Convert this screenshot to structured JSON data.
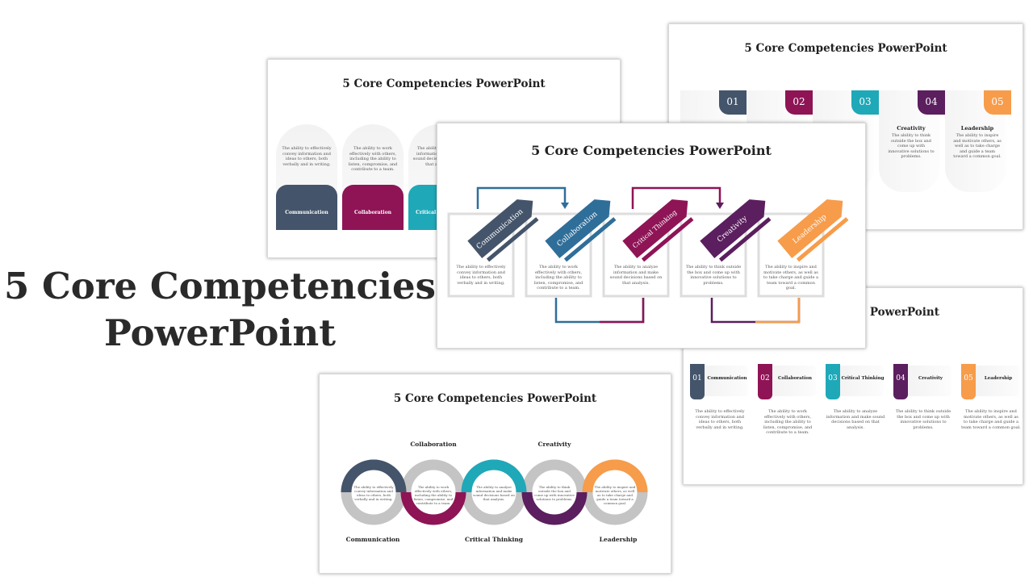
{
  "hero": {
    "line1": "5 Core Competencies",
    "line2": "PowerPoint"
  },
  "slide_title": "5 Core Competencies PowerPoint",
  "slide_title_partial": "es PowerPoint",
  "numbers": [
    "01",
    "02",
    "03",
    "04",
    "05"
  ],
  "competencies": [
    "Communication",
    "Collaboration",
    "Critical Thinking",
    "Creativity",
    "Leadership"
  ],
  "descriptions": [
    "The ability to effectively convey information and ideas to others, both verbally and in writing.",
    "The ability to work effectively with others, including the ability to listen, compromise, and contribute to a team.",
    "The ability to analyze information and make sound decisions based on that analysis.",
    "The ability to think outside the box and come up with innovative solutions to problems.",
    "The ability to inspire and motivate others, as well as to take charge and guide a team toward a common goal."
  ],
  "slide2_descriptions": [
    "The ability to think outside the box and come up with innovative solutions to problems.",
    "The ability to inspire and motivate others, as well as to take charge and guide a team toward a common goal."
  ],
  "colors": {
    "c1": "#44546a",
    "c2": "#8e1456",
    "c3": "#1fa8b8",
    "c4": "#5b1e5e",
    "c5": "#f79c4a"
  }
}
